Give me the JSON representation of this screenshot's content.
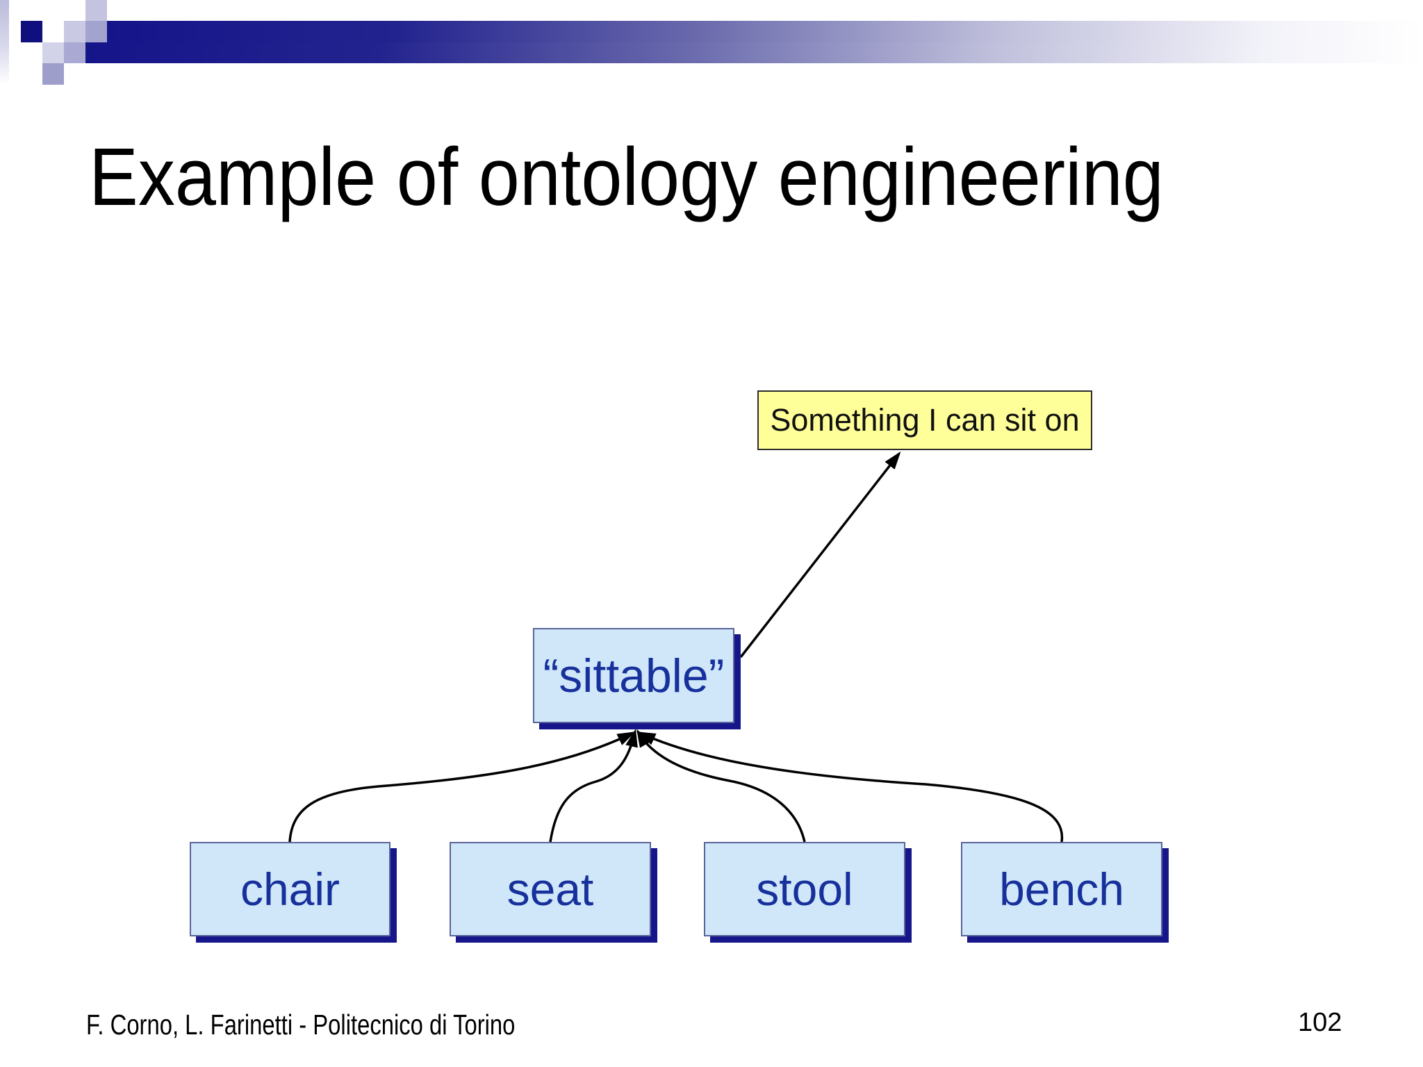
{
  "slide": {
    "title": "Example of ontology engineering",
    "footer": {
      "authors": "F. Corno, L. Farinetti - Politecnico di Torino",
      "page_number": "102"
    }
  },
  "diagram": {
    "annotation_box": {
      "label": "Something I can sit on"
    },
    "root_node": {
      "label": "“sittable”"
    },
    "children": [
      {
        "label": "chair"
      },
      {
        "label": "seat"
      },
      {
        "label": "stool"
      },
      {
        "label": "bench"
      }
    ],
    "edges": [
      {
        "from": "chair",
        "to": "sittable"
      },
      {
        "from": "seat",
        "to": "sittable"
      },
      {
        "from": "stool",
        "to": "sittable"
      },
      {
        "from": "bench",
        "to": "sittable"
      },
      {
        "from": "sittable",
        "to": "Something I can sit on"
      }
    ],
    "colors": {
      "node_fill": "#cfe7f8",
      "node_border": "#5a639a",
      "node_shadow": "#16168a",
      "node_text": "#17309c",
      "annotation_fill": "#ffff99",
      "annotation_border": "#2b2b2b",
      "connector": "#000000"
    }
  },
  "theme": {
    "header_bar_gradient_start": "#15158a",
    "header_square_navy": "#0f0f7e",
    "header_square_lavender": "#a3a3cf",
    "background": "#ffffff"
  }
}
